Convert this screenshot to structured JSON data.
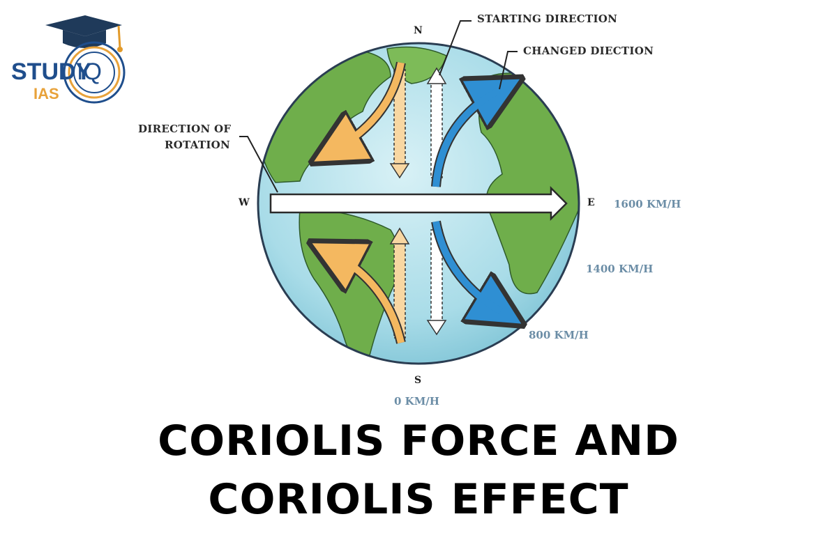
{
  "logo": {
    "word_study": "STUDY",
    "word_iq": "IQ",
    "word_ias": "IAS"
  },
  "directions": {
    "north": "N",
    "south": "S",
    "west": "W",
    "east": "E"
  },
  "labels": {
    "starting_direction": "STARTING DIRECTION",
    "changed_direction": "CHANGED DIECTION",
    "rotation_line1": "DIRECTION OF",
    "rotation_line2": "ROTATION"
  },
  "speeds": {
    "equator": "1600 KM/H",
    "mid": "1400 KM/H",
    "high": "800 KM/H",
    "pole": "0 KM/H"
  },
  "title": {
    "line1": "CORIOLIS FORCE AND",
    "line2": "CORIOLIS EFFECT"
  },
  "colors": {
    "ocean": "#a9dce8",
    "land": "#6fae4b",
    "accent_orange": "#f4b860",
    "accent_blue": "#2f8fd3",
    "speed_text": "#6b8da6"
  }
}
